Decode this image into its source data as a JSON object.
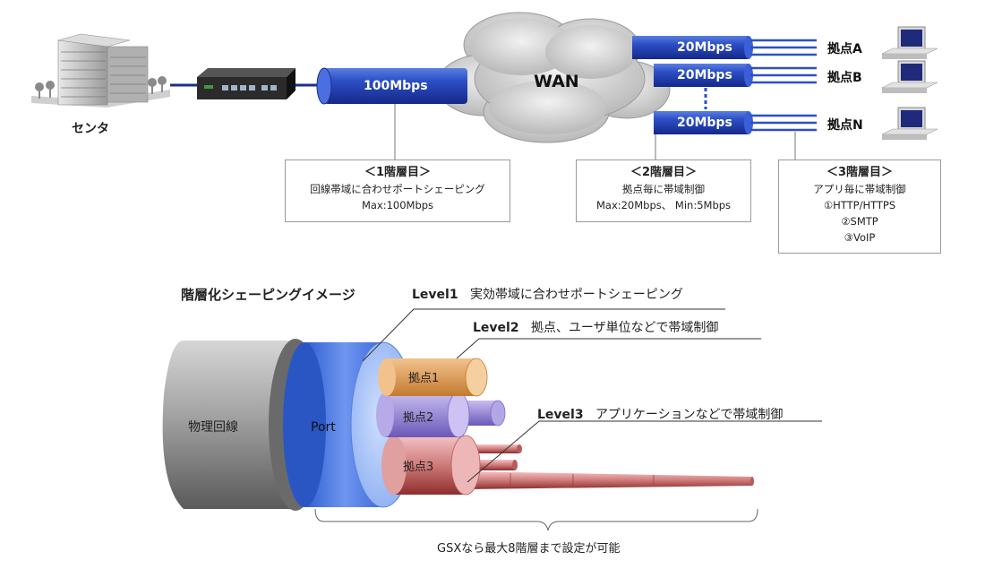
{
  "top": {
    "center_label": "センタ",
    "wan_label": "WAN",
    "main_pipe_label": "100Mbps",
    "site_pipes": [
      {
        "bandwidth": "20Mbps",
        "site": "拠点A"
      },
      {
        "bandwidth": "20Mbps",
        "site": "拠点B"
      },
      {
        "bandwidth": "20Mbps",
        "site": "拠点N"
      }
    ],
    "boxes": [
      {
        "title": "＜1階層目＞",
        "lines": [
          "回線帯域に合わせポートシェーピング",
          "Max:100Mbps"
        ]
      },
      {
        "title": "＜2階層目＞",
        "lines": [
          "拠点毎に帯域制御",
          "Max:20Mbps、 Min:5Mbps"
        ]
      },
      {
        "title": "＜3階層目＞",
        "lines": [
          "アプリ毎に帯域制御",
          "①HTTP/HTTPS",
          "②SMTP",
          "③VoIP"
        ]
      }
    ]
  },
  "bottom": {
    "heading": "階層化シェーピングイメージ",
    "levels": [
      {
        "name": "Level1",
        "desc": "実効帯域に合わせポートシェーピング"
      },
      {
        "name": "Level2",
        "desc": "拠点、ユーザ単位などで帯域制御"
      },
      {
        "name": "Level3",
        "desc": "アプリケーションなどで帯域制御"
      }
    ],
    "physical_label": "物理回線",
    "port_label": "Port",
    "site_labels": [
      "拠点1",
      "拠点2",
      "拠点3"
    ],
    "footnote": "GSXなら最大8階層まで設定が可能"
  }
}
